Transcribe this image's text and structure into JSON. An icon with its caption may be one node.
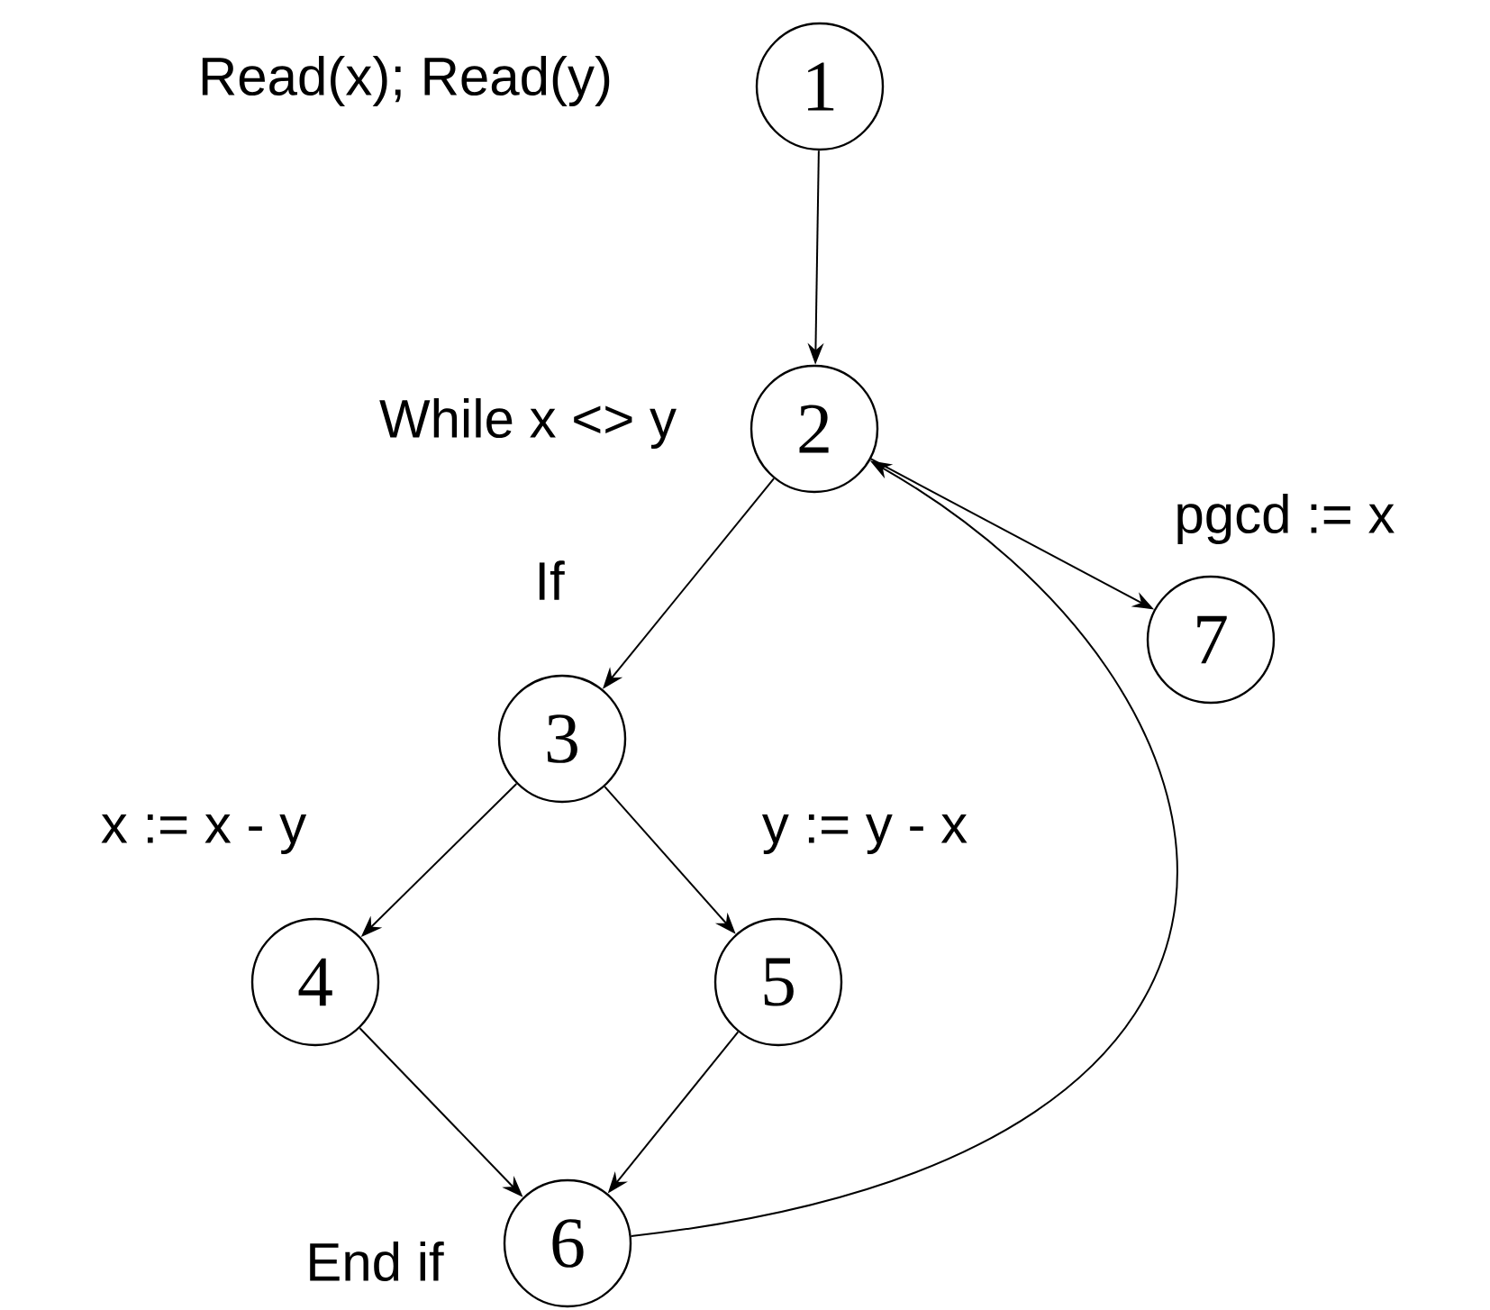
{
  "diagram": {
    "nodes": [
      {
        "text": [
          "1"
        ],
        "beside": [
          "Read(x); Read(y)"
        ]
      },
      {
        "text": [
          "2"
        ],
        "beside": [
          "While x <> y"
        ]
      },
      {
        "text": [
          "3"
        ],
        "beside": [
          "If"
        ]
      },
      {
        "text": [
          "4"
        ],
        "beside": [
          "x := x - y"
        ]
      },
      {
        "text": [
          "5"
        ],
        "beside": [
          "y := y - x"
        ]
      },
      {
        "text": [
          "6"
        ],
        "beside": [
          "End if"
        ]
      },
      {
        "text": [
          "7"
        ],
        "beside": [
          "pgcd := x"
        ]
      }
    ],
    "edges": [
      {
        "from": 0,
        "to": 1,
        "arrow": "to"
      },
      {
        "from": 1,
        "to": 2,
        "arrow": "to"
      },
      {
        "from": 1,
        "to": 6,
        "arrow": "to"
      },
      {
        "from": 2,
        "to": 3,
        "arrow": "to"
      },
      {
        "from": 2,
        "to": 4,
        "arrow": "to"
      },
      {
        "from": 3,
        "to": 5,
        "arrow": "to"
      },
      {
        "from": 4,
        "to": 5,
        "arrow": "to"
      },
      {
        "from": 5,
        "to": 1,
        "arrow": "to"
      }
    ]
  }
}
